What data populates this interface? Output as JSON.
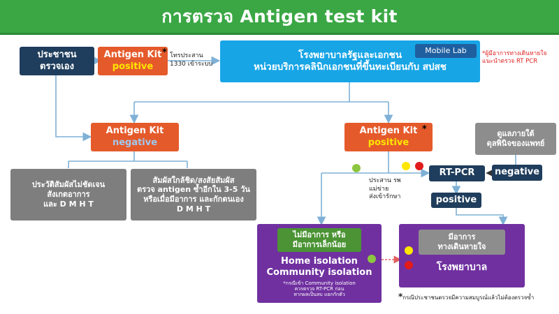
{
  "header": {
    "title": "การตรวจ Antigen test kit"
  },
  "self_test": {
    "line1": "ประชาชน",
    "line2": "ตรวจเอง"
  },
  "ag_positive_top": {
    "line1": "Antigen Kit",
    "line2": "positive"
  },
  "call_note": {
    "line1": "โทรประสาน",
    "line2": "1330 เข้าระบบ"
  },
  "hospital_box": {
    "line1": "โรงพยาบาลรัฐและเอกชน",
    "line2": "หน่วยบริการคลินิกเอกชนที่ขึ้นทะเบียนกับ สปสช"
  },
  "mobile_lab": {
    "label": "Mobile Lab"
  },
  "rtpcr_note": {
    "line1": "*ผู้มีอาการทางเดินหายใจ",
    "line2": "แนะนำตรวจ RT PCR"
  },
  "ag_negative": {
    "line1": "Antigen Kit",
    "line2": "negative"
  },
  "ag_positive_mid": {
    "line1": "Antigen Kit",
    "line2": "positive"
  },
  "doctor_box": {
    "line1": "ดูแลภายใต้",
    "line2": "ดุลพินิจของแพทย์"
  },
  "neg_unclear": {
    "line1": "ประวัติสัมผัสไม่ชัดเจน",
    "line2": "สังเกตอาการ",
    "line3": "และ D M H T"
  },
  "neg_close": {
    "line1": "สัมผัสใกล้ชิด/สงสัยสัมผัส",
    "line2": "ตรวจ antigen ซ้ำอีกใน 3-5 วัน",
    "line3": "หรือเมื่อมีอาการ และกักตนเอง",
    "line4": "D M H T"
  },
  "rtpcr": {
    "label": "RT-PCR"
  },
  "rtpcr_negative": {
    "label": "negative"
  },
  "rtpcr_positive": {
    "label": "positive"
  },
  "coord_note": {
    "line1": "ประสาน รพ",
    "line2": "แม่ข่าย",
    "line3": "ส่งเข้ารักษา"
  },
  "isolation": {
    "sub1": "ไม่มีอาการ หรือ",
    "sub2": "มีอาการเล็กน้อย",
    "line1": "Home isolation",
    "line2": "Community isolation",
    "note1": "*กรณีเข้า Community isolation",
    "note2": "ควรตรวจ RT-PCR ก่อน",
    "note3": "หากผลเป็นลบ แยกกักตัว"
  },
  "hospital_care": {
    "sub1": "มีอาการ",
    "sub2": "ทางเดินหายใจ",
    "label": "โรงพยาบาล"
  },
  "footnote": {
    "star": "*",
    "text": "กรณีประชาชนตรวจมีความสมบูรณ์แล้วไม่ต้องตรวจซ้ำ"
  },
  "stars": {
    "s": "*"
  },
  "colors": {
    "navy": "#1f3d5c",
    "orange": "#e55a2b",
    "blue": "#17a5e6",
    "purple": "#7030a0",
    "green": "#3aa744"
  }
}
